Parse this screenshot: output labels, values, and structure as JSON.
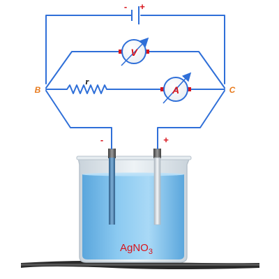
{
  "nodes": {
    "left": "B",
    "right": "C"
  },
  "battery": {
    "negative_sign": "-",
    "positive_sign": "+"
  },
  "voltmeter": {
    "label": "V"
  },
  "ammeter": {
    "label": "A"
  },
  "resistor": {
    "label": "r"
  },
  "electrodes": {
    "cathode_sign": "-",
    "anode_sign": "+"
  },
  "solution": {
    "formula_main": "AgNO",
    "formula_subscript": "3"
  },
  "colors": {
    "wire": "#2f6fd8",
    "node_label": "#e87b1e",
    "polarity_red": "#d8141c",
    "solution": "#6fb7ea",
    "glass": "#dfe6ec",
    "electrode_left": "#4a7fae",
    "electrode_right": "#d6dde3",
    "table": "#2a2a2a"
  },
  "icons": {
    "voltmeter": "voltmeter-icon",
    "ammeter": "ammeter-icon",
    "battery": "battery-icon",
    "resistor": "resistor-icon"
  }
}
